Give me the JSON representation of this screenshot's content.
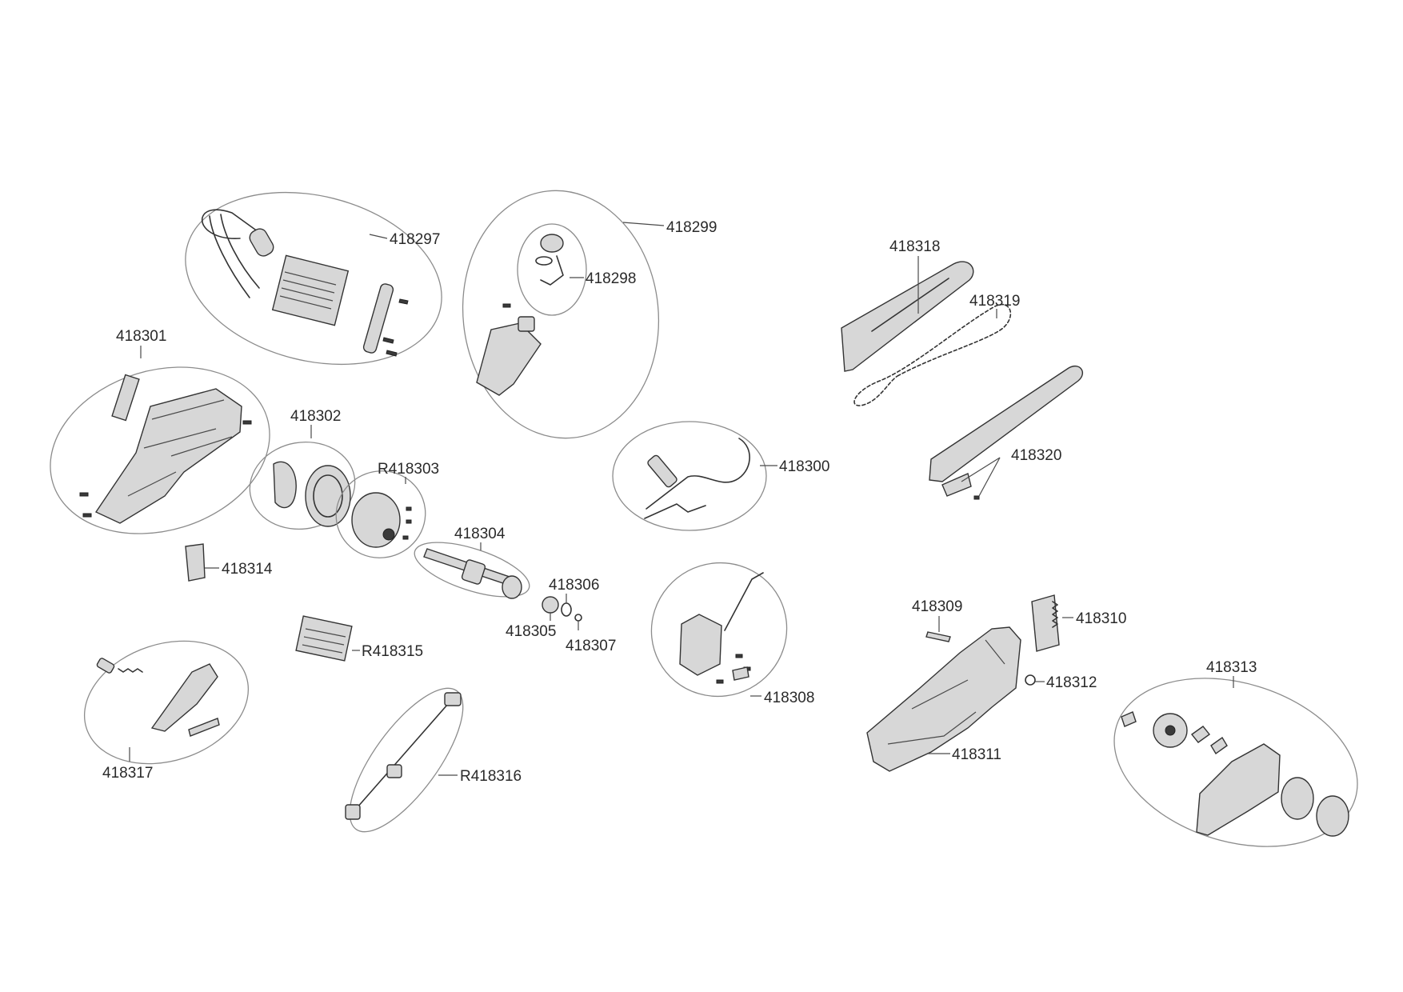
{
  "labels": {
    "p418297": "418297",
    "p418298": "418298",
    "p418299": "418299",
    "p418300": "418300",
    "p418301": "418301",
    "p418302": "418302",
    "pR418303": "R418303",
    "p418304": "418304",
    "p418305": "418305",
    "p418306": "418306",
    "p418307": "418307",
    "p418308": "418308",
    "p418309": "418309",
    "p418310": "418310",
    "p418311": "418311",
    "p418312": "418312",
    "p418313": "418313",
    "p418314": "418314",
    "pR418315": "R418315",
    "pR418316": "R418316",
    "p418317": "418317",
    "p418318": "418318",
    "p418319": "418319",
    "p418320": "418320"
  }
}
